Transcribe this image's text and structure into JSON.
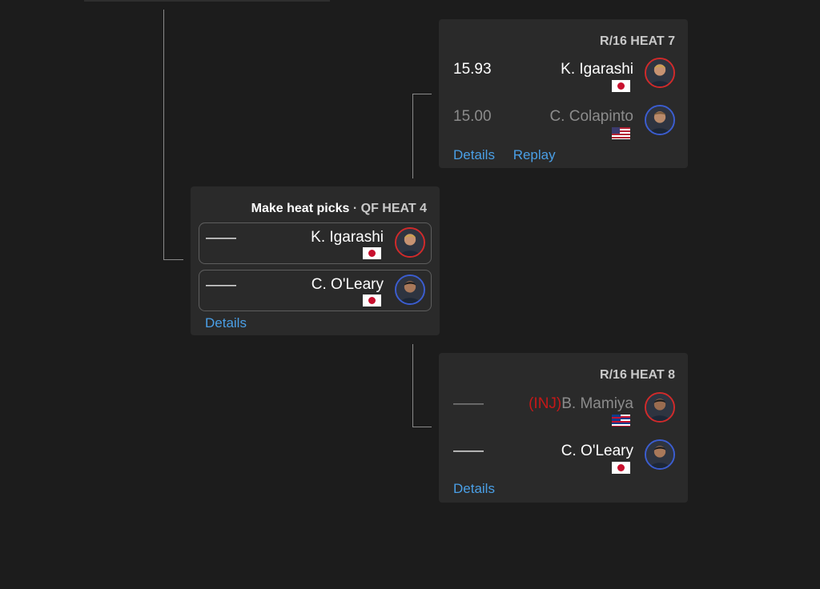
{
  "heats": {
    "r16_7": {
      "title": "R/16 HEAT 7",
      "rows": [
        {
          "score": "15.93",
          "name": "K. Igarashi",
          "flag": "jp",
          "ring": "red"
        },
        {
          "score": "15.00",
          "name": "C. Colapinto",
          "flag": "us",
          "ring": "blue"
        }
      ],
      "details_label": "Details",
      "replay_label": "Replay"
    },
    "qf_4": {
      "make_picks_label": "Make heat picks",
      "separator": "·",
      "title": "QF HEAT 4",
      "rows": [
        {
          "score": "——",
          "name": "K. Igarashi",
          "flag": "jp",
          "ring": "red"
        },
        {
          "score": "——",
          "name": "C. O'Leary",
          "flag": "jp",
          "ring": "blue"
        }
      ],
      "details_label": "Details"
    },
    "r16_8": {
      "title": "R/16 HEAT 8",
      "rows": [
        {
          "score": "——",
          "injury_tag": "(INJ)",
          "name": "B. Mamiya",
          "flag": "hi",
          "ring": "red"
        },
        {
          "score": "——",
          "name": "C. O'Leary",
          "flag": "jp",
          "ring": "blue"
        }
      ],
      "details_label": "Details"
    }
  },
  "colors": {
    "background": "#1c1c1c",
    "card": "#2a2a2a",
    "link": "#4a9fe6",
    "injury": "#c51818",
    "ring_red": "#d12a2a",
    "ring_blue": "#3b5dd1"
  },
  "icons": {
    "avatar": "surfer-avatar-icon",
    "flag_jp": "japan-flag-icon",
    "flag_us": "usa-flag-icon",
    "flag_hi": "hawaii-flag-icon"
  }
}
